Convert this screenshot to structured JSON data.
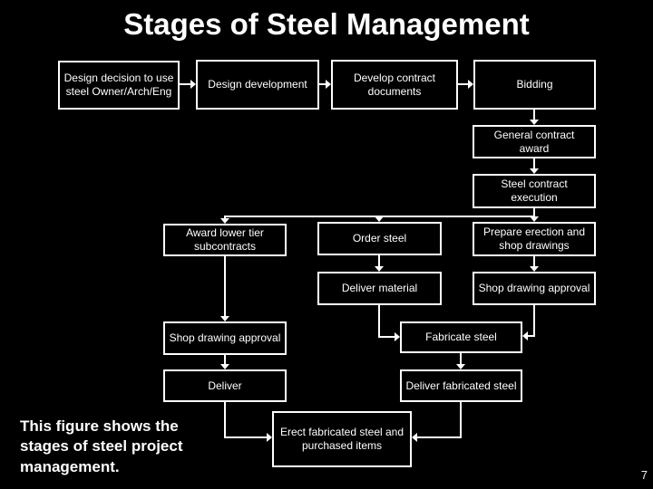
{
  "slide": {
    "title": "Stages of Steel Management",
    "caption": "This figure shows the stages of steel project management.",
    "page_number": "7",
    "colors": {
      "background": "#000000",
      "box_fill": "#000000",
      "box_border": "#ffffff",
      "text": "#ffffff"
    }
  },
  "flowchart": {
    "nodes": {
      "design_decision": "Design decision to use steel Owner/Arch/Eng",
      "design_development": "Design development",
      "develop_contract_documents": "Develop contract documents",
      "bidding": "Bidding",
      "general_contract_award": "General contract award",
      "steel_contract_execution": "Steel contract execution",
      "award_lower_tier": "Award lower tier subcontracts",
      "order_steel": "Order steel",
      "prepare_erection": "Prepare erection and shop drawings",
      "deliver_material": "Deliver material",
      "shop_drawing_approval_right": "Shop drawing approval",
      "shop_drawing_approval_left": "Shop drawing approval",
      "fabricate_steel": "Fabricate steel",
      "deliver": "Deliver",
      "deliver_fabricated_steel": "Deliver fabricated steel",
      "erect": "Erect fabricated steel and purchased items"
    },
    "edges": [
      {
        "from": "design_decision",
        "to": "design_development"
      },
      {
        "from": "design_development",
        "to": "develop_contract_documents"
      },
      {
        "from": "develop_contract_documents",
        "to": "bidding"
      },
      {
        "from": "bidding",
        "to": "general_contract_award"
      },
      {
        "from": "general_contract_award",
        "to": "steel_contract_execution"
      },
      {
        "from": "steel_contract_execution",
        "to": "award_lower_tier"
      },
      {
        "from": "steel_contract_execution",
        "to": "order_steel"
      },
      {
        "from": "steel_contract_execution",
        "to": "prepare_erection"
      },
      {
        "from": "award_lower_tier",
        "to": "shop_drawing_approval_left"
      },
      {
        "from": "order_steel",
        "to": "deliver_material"
      },
      {
        "from": "prepare_erection",
        "to": "shop_drawing_approval_right"
      },
      {
        "from": "deliver_material",
        "to": "fabricate_steel"
      },
      {
        "from": "shop_drawing_approval_right",
        "to": "fabricate_steel"
      },
      {
        "from": "shop_drawing_approval_left",
        "to": "deliver"
      },
      {
        "from": "fabricate_steel",
        "to": "deliver_fabricated_steel"
      },
      {
        "from": "deliver",
        "to": "erect"
      },
      {
        "from": "deliver_fabricated_steel",
        "to": "erect"
      }
    ]
  }
}
